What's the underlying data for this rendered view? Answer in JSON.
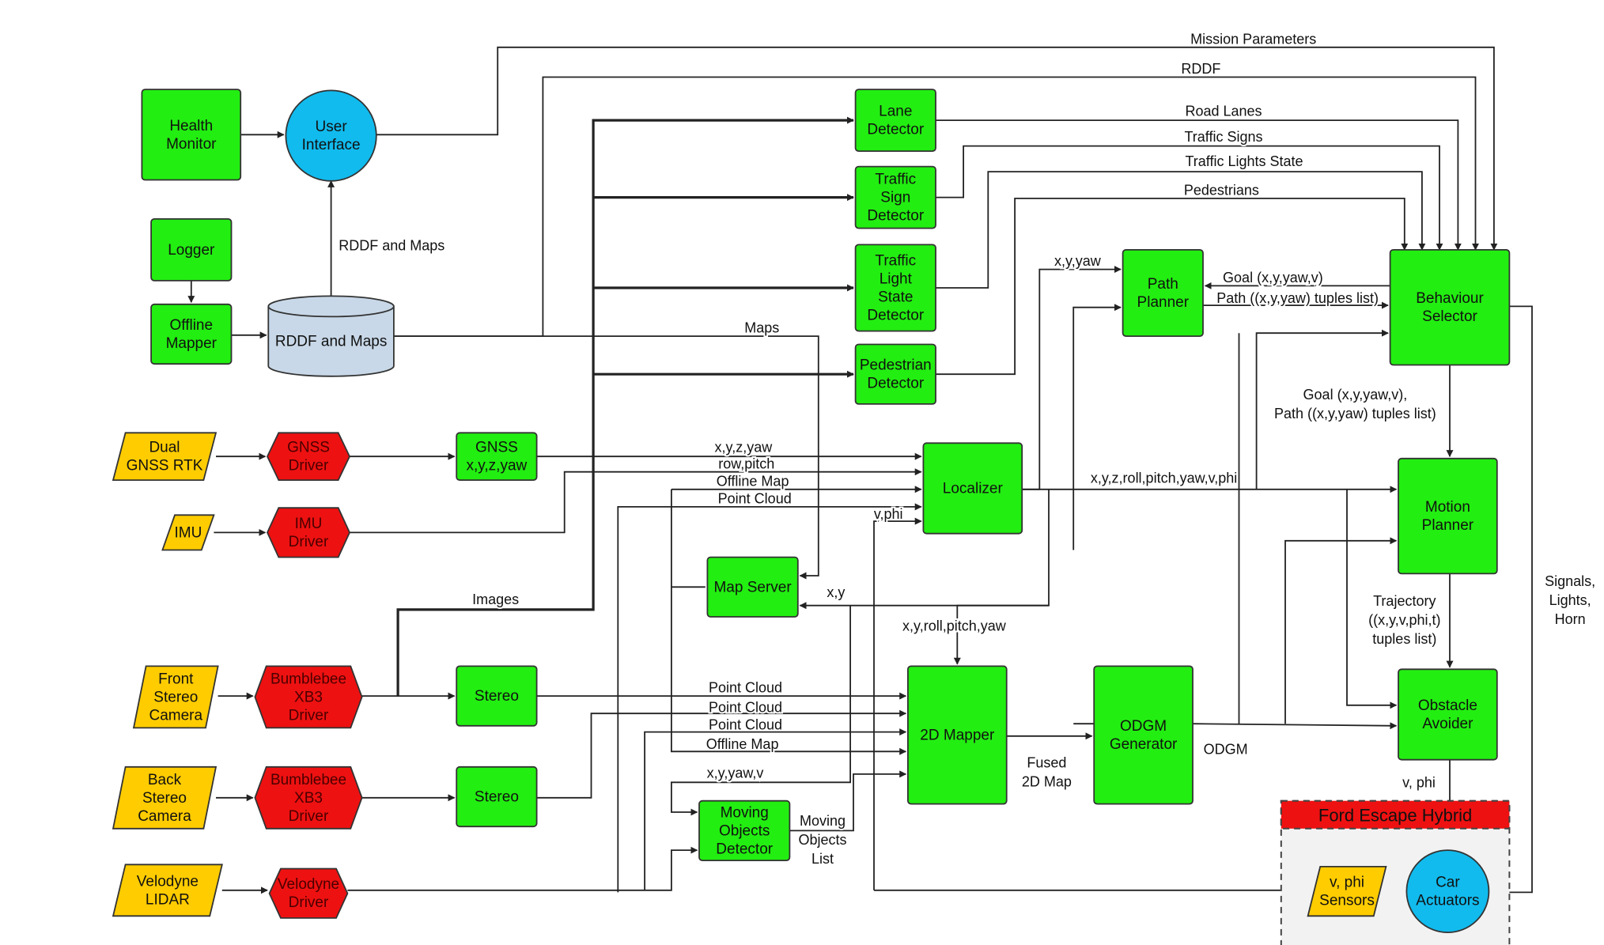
{
  "colors": {
    "module": "#22ee11",
    "driver": "#ee1111",
    "sensor": "#ffcc00",
    "ui": "#11bbee",
    "storage": "#c8d8e8",
    "vehicle_banner": "#ee1111",
    "vehicle_panel": "#f2f2f2"
  },
  "nodes": {
    "health_monitor": [
      "Health",
      "Monitor"
    ],
    "user_interface": [
      "User",
      "Interface"
    ],
    "logger": [
      "Logger"
    ],
    "offline_mapper": [
      "Offline",
      "Mapper"
    ],
    "rddf_maps_db": [
      "RDDF and Maps"
    ],
    "lane_detector": [
      "Lane",
      "Detector"
    ],
    "traffic_sign_detector": [
      "Traffic",
      "Sign",
      "Detector"
    ],
    "traffic_light_detector": [
      "Traffic",
      "Light",
      "State",
      "Detector"
    ],
    "pedestrian_detector": [
      "Pedestrian",
      "Detector"
    ],
    "path_planner": [
      "Path",
      "Planner"
    ],
    "behaviour_selector": [
      "Behaviour",
      "Selector"
    ],
    "dual_gnss_rtk": [
      "Dual",
      "GNSS RTK"
    ],
    "gnss_driver": [
      "GNSS",
      "Driver"
    ],
    "gnss_xyz": [
      "GNSS",
      "x,y,z,yaw"
    ],
    "localizer": [
      "Localizer"
    ],
    "motion_planner": [
      "Motion",
      "Planner"
    ],
    "imu": [
      "IMU"
    ],
    "imu_driver": [
      "IMU",
      "Driver"
    ],
    "map_server": [
      "Map Server"
    ],
    "front_stereo_camera": [
      "Front",
      "Stereo",
      "Camera"
    ],
    "bumblebee_front_driver": [
      "Bumblebee",
      "XB3",
      "Driver"
    ],
    "stereo_front": [
      "Stereo"
    ],
    "mapper_2d": [
      "2D Mapper"
    ],
    "odgm_generator": [
      "ODGM",
      "Generator"
    ],
    "obstacle_avoider": [
      "Obstacle",
      "Avoider"
    ],
    "back_stereo_camera": [
      "Back",
      "Stereo",
      "Camera"
    ],
    "bumblebee_back_driver": [
      "Bumblebee",
      "XB3",
      "Driver"
    ],
    "stereo_back": [
      "Stereo"
    ],
    "moving_objects_detector": [
      "Moving",
      "Objects",
      "Detector"
    ],
    "velodyne_lidar": [
      "Velodyne",
      "LIDAR"
    ],
    "velodyne_driver": [
      "Velodyne",
      "Driver"
    ],
    "vphi_sensors": [
      "v, phi",
      "Sensors"
    ],
    "car_actuators": [
      "Car",
      "Actuators"
    ]
  },
  "vehicle_title": "Ford Escape Hybrid",
  "edge_labels": {
    "mission_parameters": [
      "Mission Parameters"
    ],
    "rddf": [
      "RDDF"
    ],
    "road_lanes": [
      "Road Lanes"
    ],
    "traffic_signs": [
      "Traffic Signs"
    ],
    "traffic_lights_state": [
      "Traffic Lights State"
    ],
    "pedestrians": [
      "Pedestrians"
    ],
    "rddf_and_maps": [
      "RDDF and Maps"
    ],
    "maps": [
      "Maps"
    ],
    "xyyaw": [
      "x,y,yaw"
    ],
    "goal_to_path": [
      "Goal (x,y,yaw,v)"
    ],
    "path_tuples": [
      "Path ((x,y,yaw) tuples list)"
    ],
    "goal_path_to_motion": [
      "Goal (x,y,yaw,v),",
      "Path ((x,y,yaw) tuples list)"
    ],
    "loc_xyz_yaw": [
      "x,y,z,yaw"
    ],
    "loc_row_pitch": [
      "row,pitch"
    ],
    "loc_offline_map": [
      "Offline Map"
    ],
    "loc_point_cloud": [
      "Point Cloud"
    ],
    "loc_vphi": [
      "v,phi"
    ],
    "loc_state": [
      "x,y,z,roll,pitch,yaw,v,phi"
    ],
    "images": [
      "Images"
    ],
    "map_xy": [
      "x,y"
    ],
    "mapper_pose": [
      "x,y,roll,pitch,yaw"
    ],
    "trajectory": [
      "Trajectory",
      "((x,y,v,phi,t)",
      "tuples list)"
    ],
    "signals": [
      "Signals,",
      "Lights,",
      "Horn"
    ],
    "m_point_cloud_1": [
      "Point Cloud"
    ],
    "m_point_cloud_2": [
      "Point Cloud"
    ],
    "m_point_cloud_3": [
      "Point Cloud"
    ],
    "m_offline_map": [
      "Offline Map"
    ],
    "mod_xyyawv": [
      "x,y,yaw,v"
    ],
    "moving_objects_list": [
      "Moving",
      "Objects",
      "List"
    ],
    "fused_2d_map": [
      "Fused",
      "2D Map"
    ],
    "odgm": [
      "ODGM"
    ],
    "v_phi": [
      "v, phi"
    ]
  }
}
